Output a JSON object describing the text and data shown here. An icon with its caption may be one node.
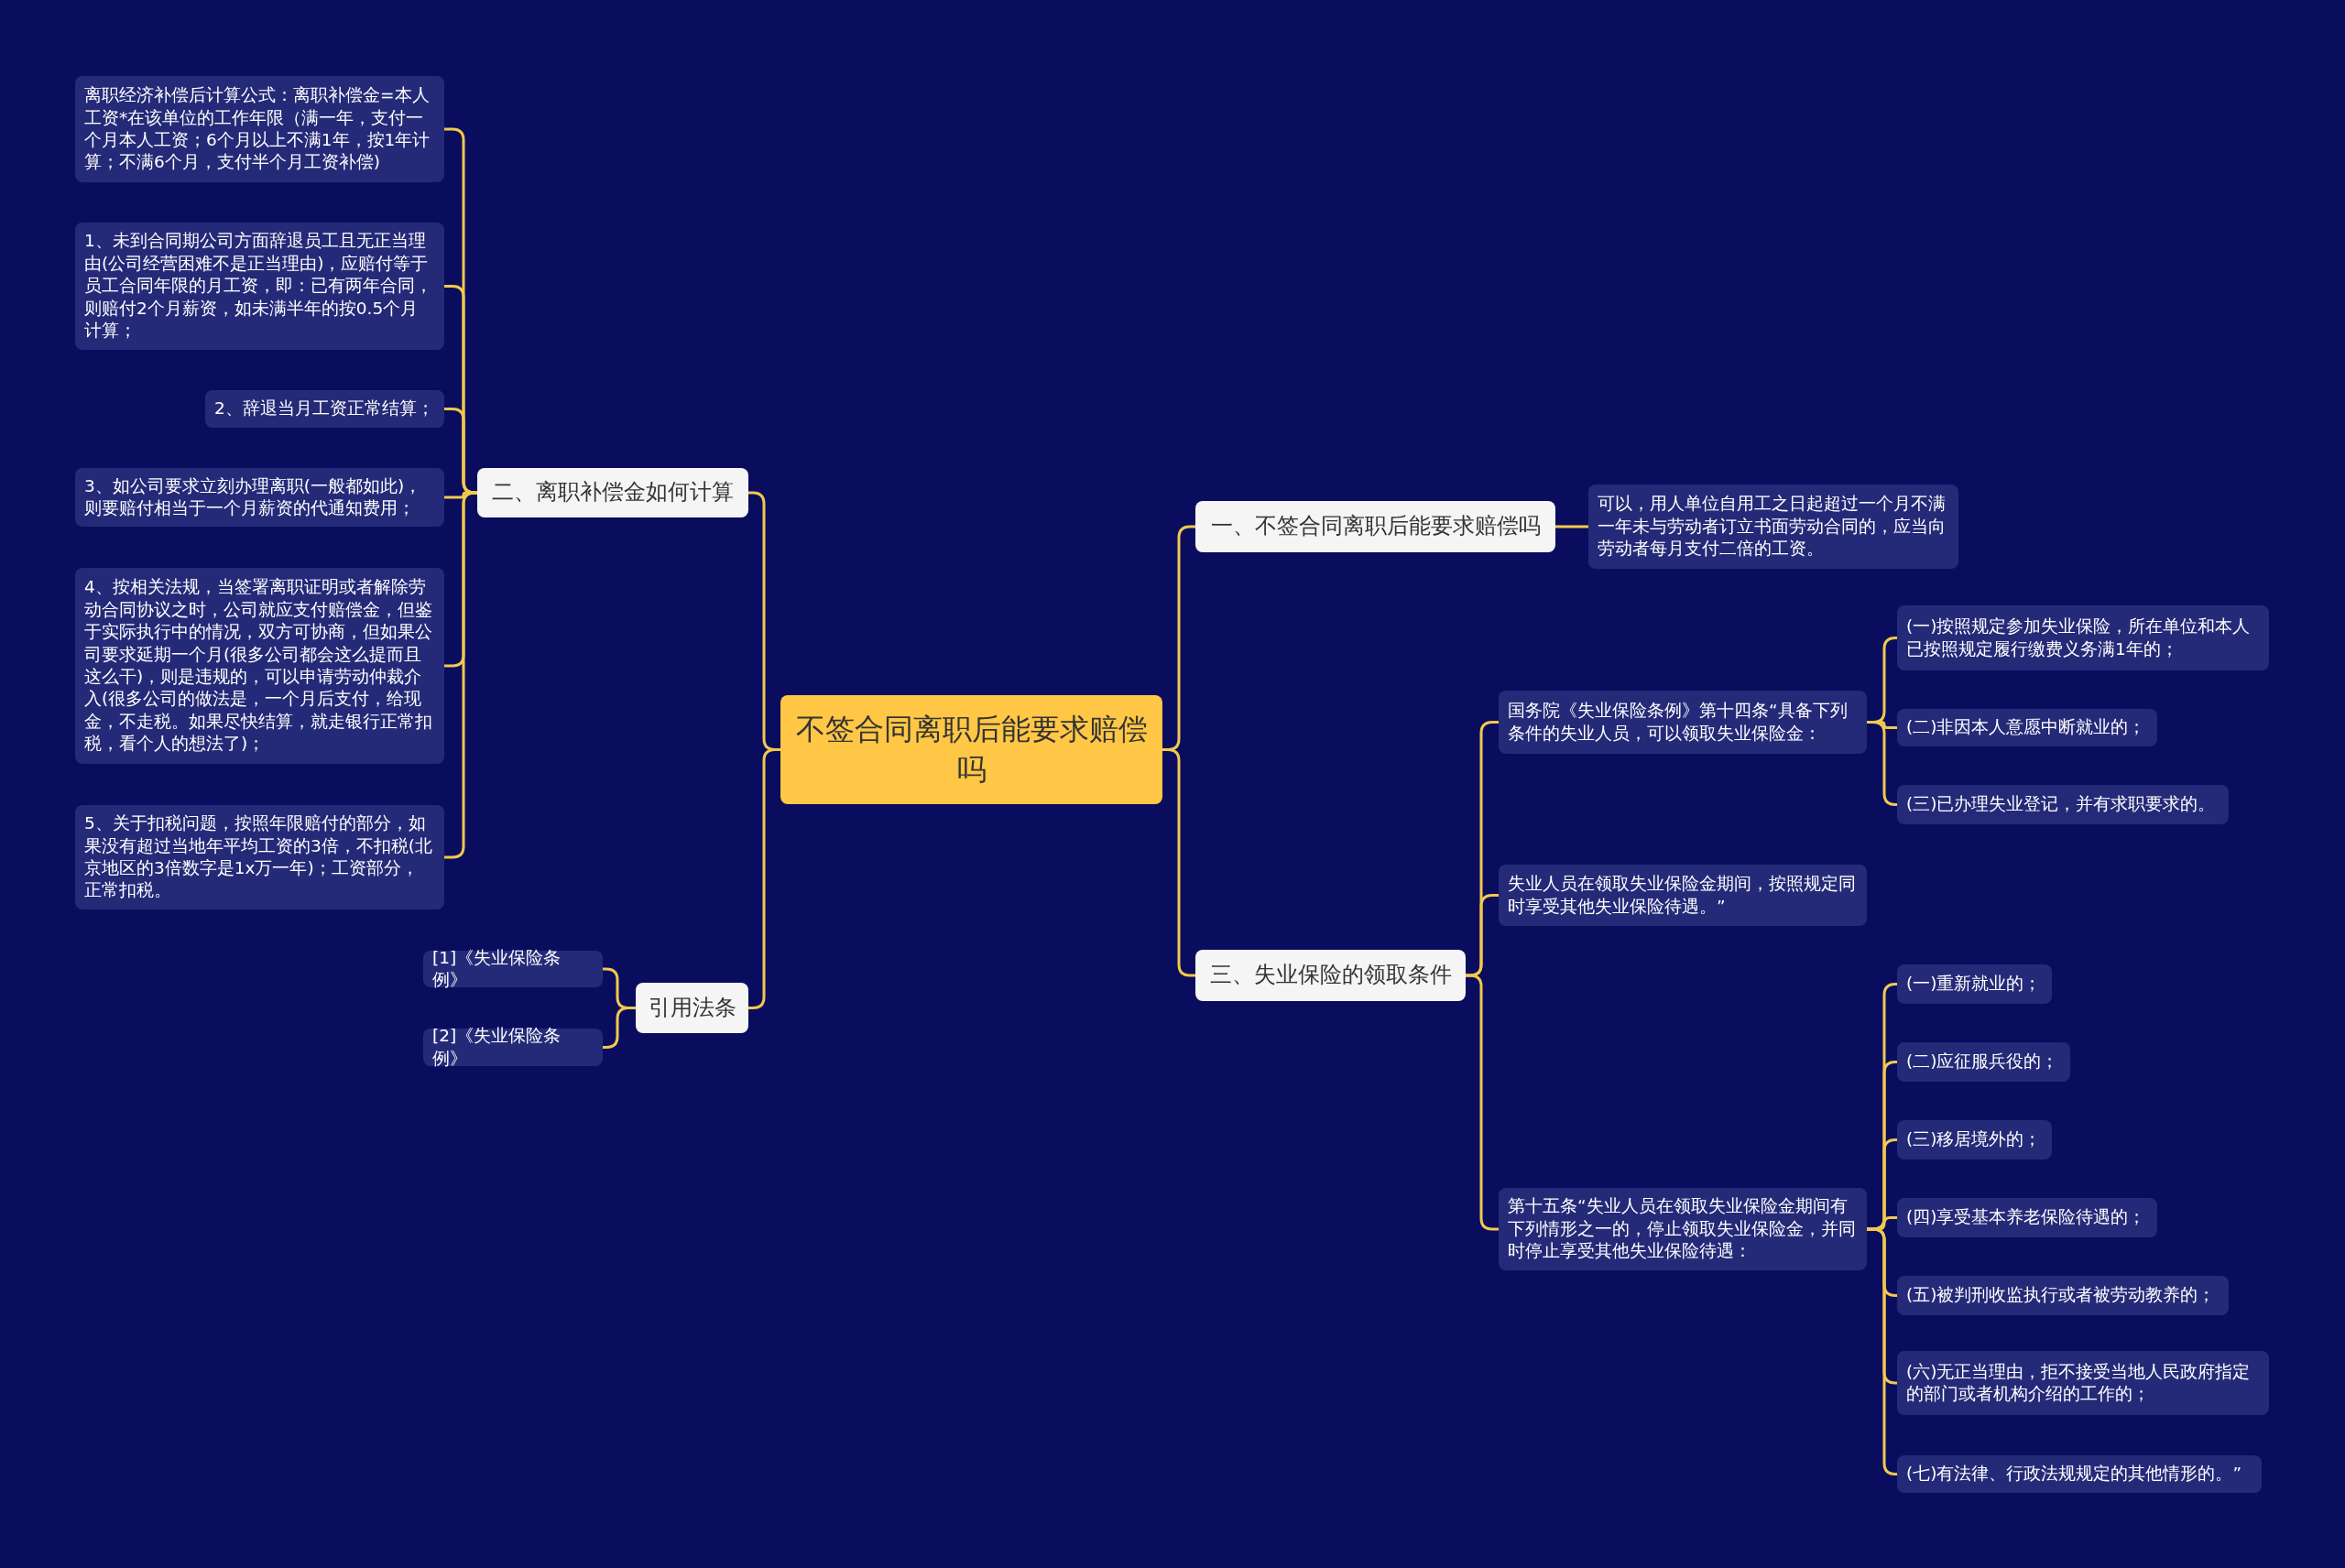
{
  "diagram": {
    "nodes": [
      {
        "text": [
          "不签合同离职后能要求赔偿吗"
        ]
      },
      {
        "text": [
          "二、离职补偿金如何计算"
        ]
      },
      {
        "text": [
          "离职经济补偿后计算公式：离职补偿金=本人工资*在该单位的工作年限（满一年，支付一个月本人工资；6个月以上不满1年，按1年计算；不满6个月，支付半个月工资补偿)"
        ]
      },
      {
        "text": [
          "1、未到合同期公司方面辞退员工且无正当理由(公司经营困难不是正当理由)，应赔付等于员工合同年限的月工资，即：已有两年合同，则赔付2个月薪资，如未满半年的按0.5个月计算；"
        ]
      },
      {
        "text": [
          "2、辞退当月工资正常结算；"
        ]
      },
      {
        "text": [
          "3、如公司要求立刻办理离职(一般都如此)，则要赔付相当于一个月薪资的代通知费用；"
        ]
      },
      {
        "text": [
          "4、按相关法规，当签署离职证明或者解除劳动合同协议之时，公司就应支付赔偿金，但鉴于实际执行中的情况，双方可协商，但如果公司要求延期一个月(很多公司都会这么提而且这么干)，则是违规的，可以申请劳动仲裁介入(很多公司的做法是，一个月后支付，给现金，不走税。如果尽快结算，就走银行正常扣税，看个人的想法了)；"
        ]
      },
      {
        "text": [
          "5、关于扣税问题，按照年限赔付的部分，如果没有超过当地年平均工资的3倍，不扣税(北京地区的3倍数字是1x万一年)；工资部分，正常扣税。"
        ]
      },
      {
        "text": [
          "引用法条"
        ]
      },
      {
        "text": [
          "[1]《失业保险条例》"
        ]
      },
      {
        "text": [
          "[2]《失业保险条例》"
        ]
      },
      {
        "text": [
          "一、不签合同离职后能要求赔偿吗"
        ]
      },
      {
        "text": [
          "可以，用人单位自用工之日起超过一个月不满一年未与劳动者订立书面劳动合同的，应当向劳动者每月支付二倍的工资。"
        ]
      },
      {
        "text": [
          "三、失业保险的领取条件"
        ]
      },
      {
        "text": [
          "国务院《失业保险条例》第十四条“具备下列条件的失业人员，可以领取失业保险金："
        ]
      },
      {
        "text": [
          "(一)按照规定参加失业保险，所在单位和本人已按照规定履行缴费义务满1年的；"
        ]
      },
      {
        "text": [
          "(二)非因本人意愿中断就业的；"
        ]
      },
      {
        "text": [
          "(三)已办理失业登记，并有求职要求的。"
        ]
      },
      {
        "text": [
          "失业人员在领取失业保险金期间，按照规定同时享受其他失业保险待遇。”"
        ]
      },
      {
        "text": [
          "第十五条“失业人员在领取失业保险金期间有下列情形之一的，停止领取失业保险金，并同时停止享受其他失业保险待遇："
        ]
      },
      {
        "text": [
          "(一)重新就业的；"
        ]
      },
      {
        "text": [
          "(二)应征服兵役的；"
        ]
      },
      {
        "text": [
          "(三)移居境外的；"
        ]
      },
      {
        "text": [
          "(四)享受基本养老保险待遇的；"
        ]
      },
      {
        "text": [
          "(五)被判刑收监执行或者被劳动教养的；"
        ]
      },
      {
        "text": [
          "(六)无正当理由，拒不接受当地人民政府指定的部门或者机构介绍的工作的；"
        ]
      },
      {
        "text": [
          "(七)有法律、行政法规规定的其他情形的。”"
        ]
      }
    ],
    "edges": [
      {
        "from": 0,
        "to": 1,
        "arrow": "none"
      },
      {
        "from": 1,
        "to": 2,
        "arrow": "none"
      },
      {
        "from": 1,
        "to": 3,
        "arrow": "none"
      },
      {
        "from": 1,
        "to": 4,
        "arrow": "none"
      },
      {
        "from": 1,
        "to": 5,
        "arrow": "none"
      },
      {
        "from": 1,
        "to": 6,
        "arrow": "none"
      },
      {
        "from": 1,
        "to": 7,
        "arrow": "none"
      },
      {
        "from": 0,
        "to": 8,
        "arrow": "none"
      },
      {
        "from": 8,
        "to": 9,
        "arrow": "none"
      },
      {
        "from": 8,
        "to": 10,
        "arrow": "none"
      },
      {
        "from": 0,
        "to": 11,
        "arrow": "none"
      },
      {
        "from": 11,
        "to": 12,
        "arrow": "none"
      },
      {
        "from": 0,
        "to": 13,
        "arrow": "none"
      },
      {
        "from": 13,
        "to": 14,
        "arrow": "none"
      },
      {
        "from": 14,
        "to": 15,
        "arrow": "none"
      },
      {
        "from": 14,
        "to": 16,
        "arrow": "none"
      },
      {
        "from": 14,
        "to": 17,
        "arrow": "none"
      },
      {
        "from": 13,
        "to": 18,
        "arrow": "none"
      },
      {
        "from": 13,
        "to": 19,
        "arrow": "none"
      },
      {
        "from": 19,
        "to": 20,
        "arrow": "none"
      },
      {
        "from": 19,
        "to": 21,
        "arrow": "none"
      },
      {
        "from": 19,
        "to": 22,
        "arrow": "none"
      },
      {
        "from": 19,
        "to": 23,
        "arrow": "none"
      },
      {
        "from": 19,
        "to": 24,
        "arrow": "none"
      },
      {
        "from": 19,
        "to": 25,
        "arrow": "none"
      },
      {
        "from": 19,
        "to": 26,
        "arrow": "none"
      }
    ]
  }
}
